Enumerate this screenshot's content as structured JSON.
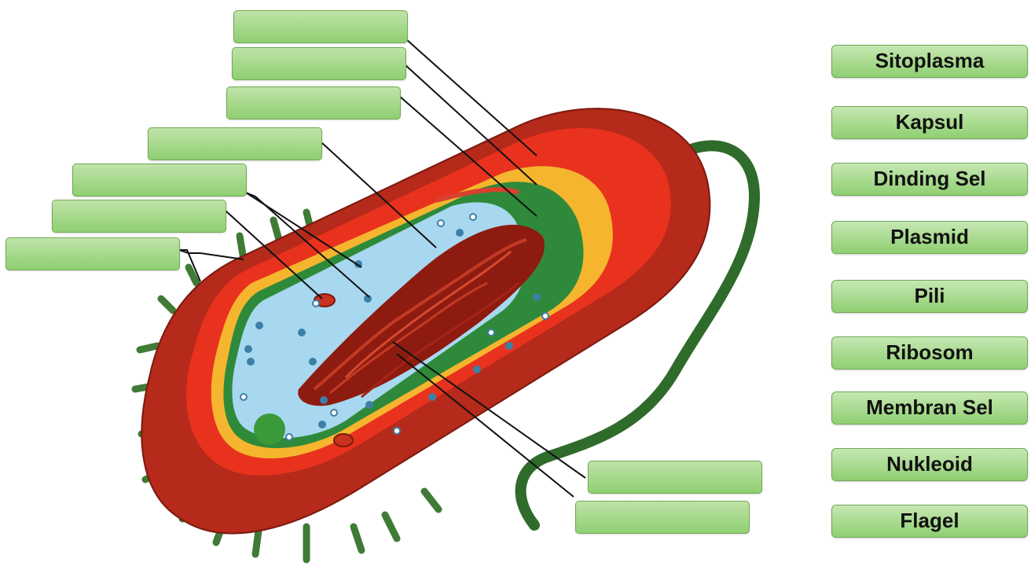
{
  "word_bank": {
    "terms": [
      {
        "label": "Sitoplasma"
      },
      {
        "label": "Kapsul"
      },
      {
        "label": "Dinding Sel"
      },
      {
        "label": "Plasmid"
      },
      {
        "label": "Pili"
      },
      {
        "label": "Ribosom"
      },
      {
        "label": "Membran Sel"
      },
      {
        "label": "Nukleoid"
      },
      {
        "label": "Flagel"
      }
    ]
  },
  "colors": {
    "label_fill": "#9fd884",
    "label_border": "#6faa55",
    "capsule": "#b52a1a",
    "cell_wall": "#e8321e",
    "membrane_layer": "#f6b52e",
    "inner_membrane": "#2e8a3a",
    "cytoplasm": "#a8d8ef",
    "nucleoid": "#8e1b10",
    "flagellum": "#2f6b2a",
    "pili": "#3f7b36"
  }
}
